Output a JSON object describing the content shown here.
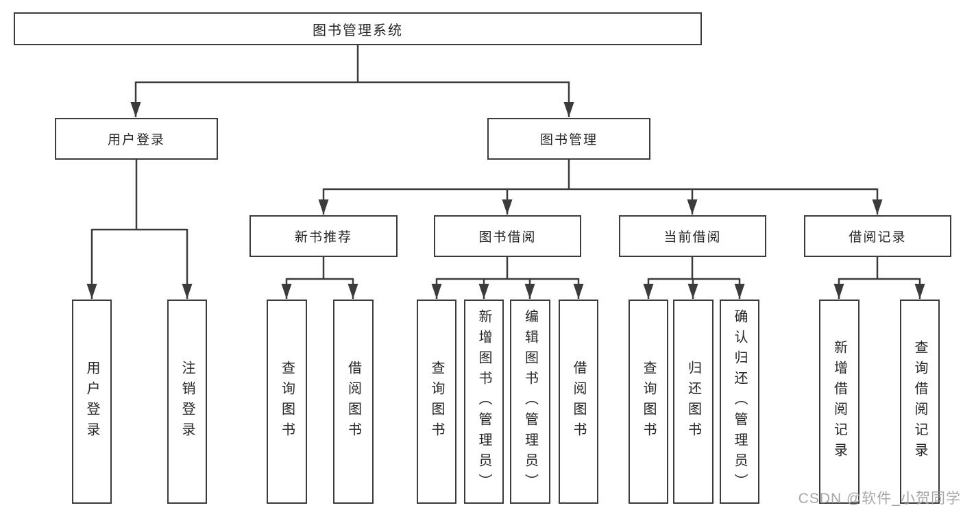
{
  "diagram": {
    "nodes": {
      "root": {
        "label": "图书管理系统"
      },
      "user_login": {
        "label": "用户登录"
      },
      "book_mgmt": {
        "label": "图书管理"
      },
      "new_book_rec": {
        "label": "新书推荐"
      },
      "book_borrow": {
        "label": "图书借阅"
      },
      "current_borrow": {
        "label": "当前借阅"
      },
      "borrow_records": {
        "label": "借阅记录"
      },
      "ul_user_login": {
        "label": "用户登录"
      },
      "ul_logout": {
        "label": "注销登录"
      },
      "nb_query_books": {
        "label": "查询图书"
      },
      "nb_borrow_books": {
        "label": "借阅图书"
      },
      "bb_query_books": {
        "label": "查询图书"
      },
      "bb_add_books": {
        "label": "新增图书（管理员）"
      },
      "bb_edit_books": {
        "label": "编辑图书（管理员）"
      },
      "bb_borrow_books": {
        "label": "借阅图书"
      },
      "cb_query_books": {
        "label": "查询图书"
      },
      "cb_return_books": {
        "label": "归还图书"
      },
      "cb_confirm_return": {
        "label": "确认归还（管理员）"
      },
      "br_add_record": {
        "label": "新增借阅记录"
      },
      "br_query_record": {
        "label": "查询借阅记录"
      }
    },
    "hierarchy": {
      "图书管理系统": {
        "用户登录": [
          "用户登录",
          "注销登录"
        ],
        "图书管理": {
          "新书推荐": [
            "查询图书",
            "借阅图书"
          ],
          "图书借阅": [
            "查询图书",
            "新增图书（管理员）",
            "编辑图书（管理员）",
            "借阅图书"
          ],
          "当前借阅": [
            "查询图书",
            "归还图书",
            "确认归还（管理员）"
          ],
          "借阅记录": [
            "新增借阅记录",
            "查询借阅记录"
          ]
        }
      }
    }
  },
  "watermark": {
    "text": "CSDN @软件_小贺同学"
  },
  "colors": {
    "line": "#3b3b3b",
    "text": "#262626",
    "box_background": "#ffffff",
    "watermark": "#9e9e9e"
  }
}
